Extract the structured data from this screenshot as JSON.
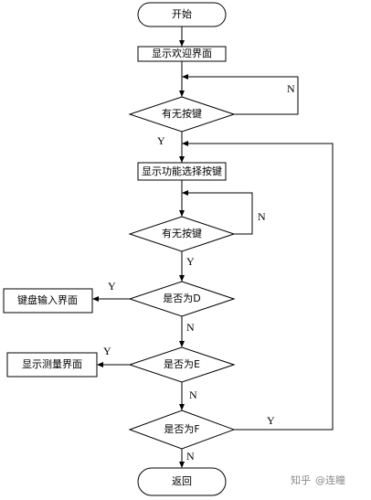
{
  "nodes": {
    "start": "开始",
    "welcome": "显示欢迎界面",
    "check_key_1": "有无按键",
    "show_function": "显示功能选择按键",
    "check_key_2": "有无按键",
    "is_d": "是否为D",
    "keyboard_input": "键盘输入界面",
    "is_e": "是否为E",
    "show_measure": "显示测量界面",
    "is_f": "是否为F",
    "return": "返回"
  },
  "edges": {
    "n1": "N",
    "y1": "Y",
    "n2": "N",
    "y2": "Y",
    "y_d": "Y",
    "n_d": "N",
    "y_e": "Y",
    "n_e": "N",
    "y_f": "Y",
    "n_f": "N"
  },
  "watermark": {
    "site": "知乎",
    "author": "@连瞳"
  }
}
